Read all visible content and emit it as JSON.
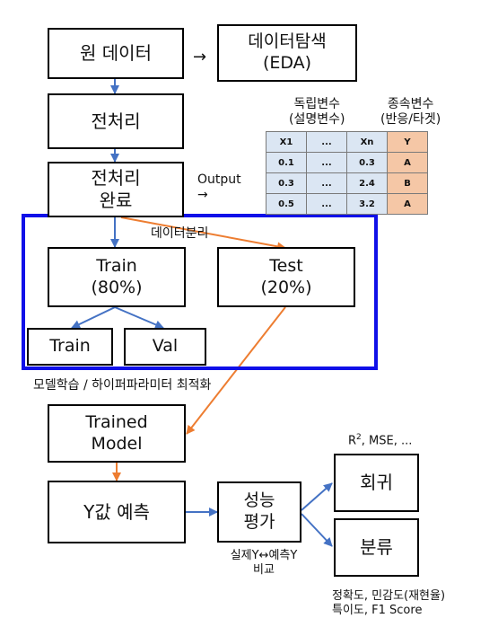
{
  "nodes": {
    "raw_data": "원 데이터",
    "eda": "데이터탐색\n(EDA)",
    "preprocess": "전처리",
    "preprocess_done": "전처리\n완료",
    "train_80": "Train\n(80%)",
    "test_20": "Test\n(20%)",
    "train": "Train",
    "val": "Val",
    "trained_model": "Trained\nModel",
    "predict": "Y값 예측",
    "evaluate": "성능\n평가",
    "regression": "회귀",
    "classification": "분류"
  },
  "labels": {
    "arrow_to_eda": "→",
    "output": "Output\n→",
    "independent_vars": "독립변수\n(설명변수)",
    "dependent_vars": "종속변수\n(반응/타겟)",
    "data_split": "데이터분리",
    "training_caption": "모델학습 / 하이퍼파라미터 최적화",
    "compare": "실제Y↔예측Y\n비교",
    "regression_metrics_prefix": "R",
    "regression_metrics_sup": "2",
    "regression_metrics_rest": ", MSE, ...",
    "classification_metrics": "정확도, 민감도(재현율)\n특이도, F1 Score"
  },
  "table": {
    "rows": [
      [
        "X1",
        "...",
        "Xn",
        "Y"
      ],
      [
        "0.1",
        "...",
        "0.3",
        "A"
      ],
      [
        "0.3",
        "...",
        "2.4",
        "B"
      ],
      [
        "0.5",
        "...",
        "3.2",
        "A"
      ]
    ]
  },
  "colors": {
    "blue_arrow": "#4472c4",
    "orange_arrow": "#ed7d31",
    "split_frame": "#1010e8",
    "table_feature": "#dbe6f3",
    "table_target": "#f5c7a6"
  }
}
